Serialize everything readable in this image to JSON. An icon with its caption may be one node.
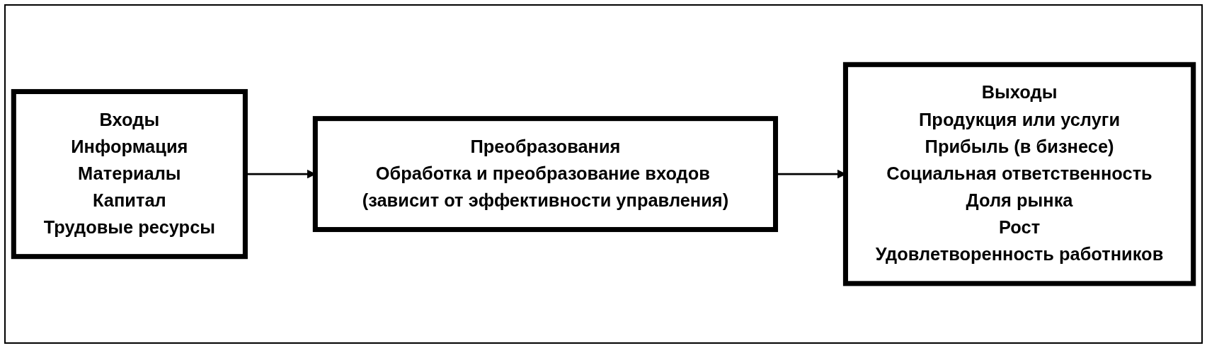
{
  "diagram": {
    "nodes": [
      {
        "text": [
          "Входы",
          "Информация",
          "Материалы",
          "Капитал",
          "Трудовые ресурсы"
        ]
      },
      {
        "text": [
          "Преобразования",
          "Обработка и преобразование входов (зависит от эффективности управления)"
        ]
      },
      {
        "text": [
          "Выходы",
          "Продукция или услуги",
          "Прибыль (в бизнесе)",
          "Социальная ответственность",
          "Доля рынка",
          "Рост",
          "Удовлетворенность работников"
        ]
      }
    ],
    "edges": [
      {
        "from": 0,
        "to": 1,
        "arrow": "to"
      },
      {
        "from": 1,
        "to": 2,
        "arrow": "to"
      }
    ]
  }
}
